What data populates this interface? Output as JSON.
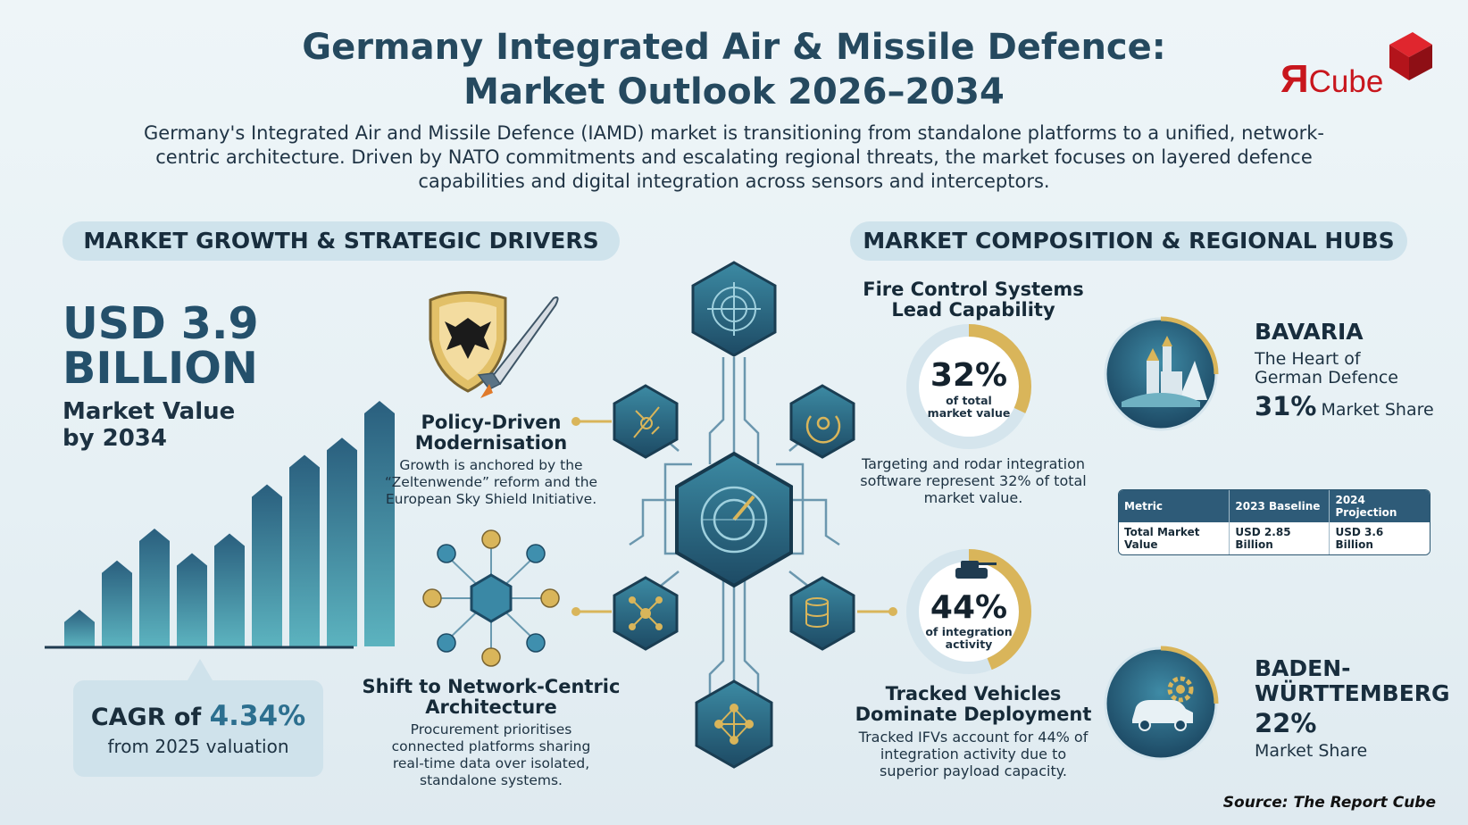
{
  "header": {
    "title_line1": "Germany Integrated Air & Missile Defence:",
    "title_line2": "Market Outlook 2026–2034",
    "intro": "Germany's Integrated Air and Missile Defence (IAMD) market is transitioning from standalone platforms to a unified, network-centric architecture. Driven by NATO commitments and escalating regional threats, the market focuses on layered defence capabilities and digital integration across sensors and interceptors."
  },
  "logo": {
    "text": "Cube",
    "mark": "Я",
    "accent": "#c8161d"
  },
  "sections": {
    "left_heading": "MARKET GROWTH & STRATEGIC DRIVERS",
    "right_heading": "MARKET COMPOSITION & REGIONAL HUBS"
  },
  "market_value": {
    "amount_line1": "USD 3.9",
    "amount_line2": "BILLION",
    "label_line1": "Market Value",
    "label_line2": "by 2034"
  },
  "cagr": {
    "prefix": "CAGR of",
    "value": "4.34%",
    "subtitle": "from 2025 valuation"
  },
  "drivers": [
    {
      "title_line1": "Policy-Driven",
      "title_line2": "Modernisation",
      "text": "Growth is anchored by the “Zeltenwende” reform and the European Sky Shield Initiative.",
      "icon": "shield-eagle-missile-icon"
    },
    {
      "title_line1": "Shift to Network-Centric",
      "title_line2": "Architecture",
      "text": "Procurement prioritises connected platforms sharing real-time data over isolated, standalone systems.",
      "icon": "network-nodes-icon"
    }
  ],
  "segments": [
    {
      "title_line1": "Fire Control Systems",
      "title_line2": "Lead Capability",
      "percent": "32%",
      "percent_value": 32,
      "caption_line1": "of total",
      "caption_line2": "market value",
      "text": "Targeting and rodar integration software represent 32% of total market value."
    },
    {
      "title_line1": "Tracked Vehicles",
      "title_line2": "Dominate Deployment",
      "percent": "44%",
      "percent_value": 44,
      "caption_line1": "of integration",
      "caption_line2": "activity",
      "text": "Tracked IFVs account for 44% of integration activity due to superior payload capacity."
    }
  ],
  "table": {
    "headers": [
      "Metric",
      "2023 Baseline",
      "2024 Projection"
    ],
    "rows": [
      [
        "Total Market Value",
        "USD 2.85 Billion",
        "USD 3.6 Billion"
      ]
    ]
  },
  "regions": [
    {
      "name": "BAVARIA",
      "desc_line1": "The Heart of",
      "desc_line2": "German Defence",
      "share": "31%",
      "share_label": "Market Share",
      "icon": "castle-mountain-icon"
    },
    {
      "name_line1": "BADEN-",
      "name_line2": "WÜRTTEMBERG",
      "share": "22%",
      "share_label": "Market Share",
      "icon": "car-gear-icon"
    }
  ],
  "bars": {
    "relative_heights": [
      0.15,
      0.35,
      0.48,
      0.38,
      0.46,
      0.66,
      0.78,
      0.85,
      1.0
    ]
  },
  "colors": {
    "dark": "#24506b",
    "teal": "#4fa3b3",
    "gold": "#d9b55a",
    "ring": "#d5e5ed"
  },
  "source": "Source: The Report Cube"
}
